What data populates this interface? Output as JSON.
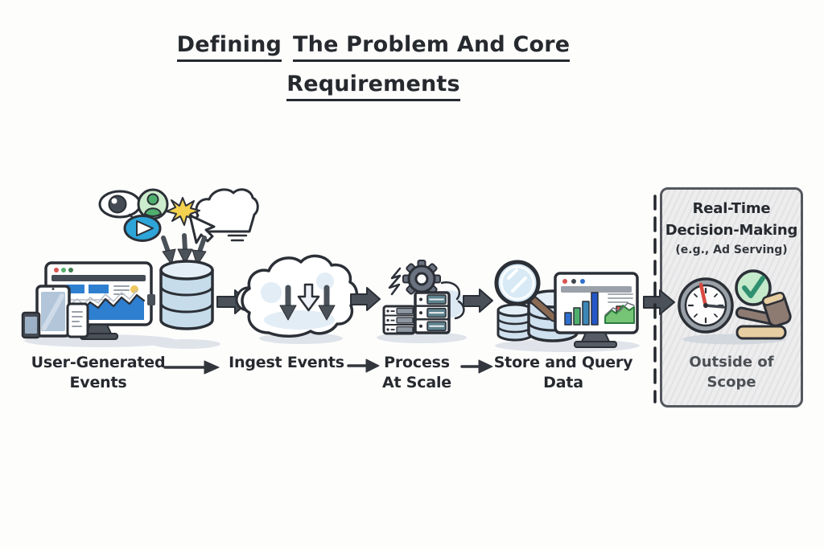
{
  "title": {
    "part1": "Defining",
    "part2": "The Problem And Core",
    "line2": "Requirements"
  },
  "flow_steps": [
    {
      "id": "user-generated-events",
      "line1": "User-Generated",
      "line2": "Events"
    },
    {
      "id": "ingest-events",
      "line1": "Ingest Events",
      "line2": ""
    },
    {
      "id": "process-at-scale",
      "line1": "Process",
      "line2": "At Scale"
    },
    {
      "id": "store-and-query-data",
      "line1": "Store and Query",
      "line2": "Data"
    }
  ],
  "scope_panel": {
    "title_line1": "Real-Time",
    "title_line2": "Decision-Making",
    "subtitle": "(e.g., Ad Serving)",
    "footer_line1": "Outside of",
    "footer_line2": "Scope"
  },
  "icons": {
    "eye-icon": "watching / impressions",
    "user-avatar-icon": "user profile",
    "play-button-icon": "video view event",
    "click-cursor-icon": "click event with starburst",
    "cloud-icon": "online activity",
    "devices-icon": "monitor, tablet, phones emitting events",
    "database-icon": "event collection store",
    "ingest-cloud-icon": "cloud ingesting events (3 down arrows)",
    "gear-icon": "processing",
    "server-racks-icon": "processing cluster at scale",
    "magnifier-icon": "query / search",
    "analytics-monitor-icon": "dashboard with bar and area charts",
    "clock-icon": "real-time latency",
    "check-icon": "decision approved",
    "gavel-icon": "decision making",
    "flow-arrow-icon": "step connector arrow"
  },
  "colors": {
    "ink": "#2b2f36",
    "arrow": "#4a5159",
    "database_fill": "#c6dcea",
    "database_top": "#e4eef6",
    "cloud_shade": "#e3edf6",
    "avatar_green": "#4fae6d",
    "play_blue": "#2da5d9",
    "chart_blue": "#2f7fd0",
    "burst_yellow": "#f4d14f",
    "server_teal": "#5d828d",
    "clock_ring": "#9aa0a8",
    "hand_red": "#d84b41",
    "check_green": "#2f9070",
    "gavel_brown": "#8d7b72",
    "gavel_tan": "#e7cda2",
    "panel_bg": "#ededee",
    "shadow": "#dfe3ea"
  }
}
